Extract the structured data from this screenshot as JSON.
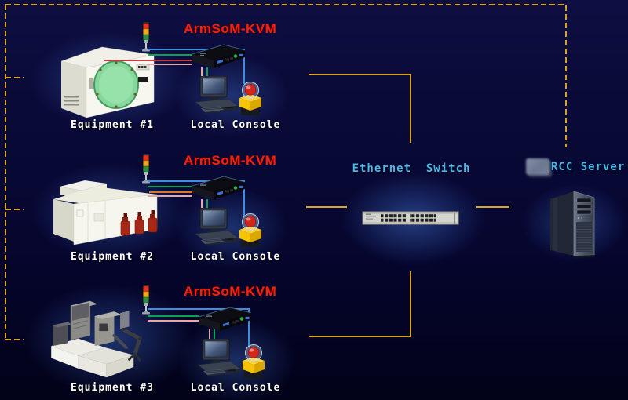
{
  "rows": [
    {
      "kvm_label": "ArmSoM-KVM",
      "equipment_label": "Equipment #1",
      "console_label": "Local Console"
    },
    {
      "kvm_label": "ArmSoM-KVM",
      "equipment_label": "Equipment #2",
      "console_label": "Local Console"
    },
    {
      "kvm_label": "ArmSoM-KVM",
      "equipment_label": "Equipment #3",
      "console_label": "Local Console"
    }
  ],
  "switch_node": {
    "label": "Ethernet  Switch"
  },
  "server_node": {
    "label": "RCC Server"
  },
  "colors": {
    "background_top": "#0e0e42",
    "background_bottom": "#020219",
    "cluster_glow": "#3a66be",
    "connector_yellow": "#d8a428",
    "label_white": "#ffffff",
    "label_cyan": "#46b9e9",
    "kvm_label_red": "#ff1f00",
    "cable_blue": "#3f8fe0",
    "cable_green": "#00a651",
    "cable_red": "#c83a46",
    "cable_orange": "#dd7722",
    "cable_salmon": "#e9a8a8"
  },
  "icons": {
    "signal_tower": "signal-tower-icon",
    "kvm_device": "kvm-device-icon",
    "desktop_console": "desktop-console-icon",
    "emergency_stop": "emergency-stop-button-icon",
    "ethernet_switch": "ethernet-switch-icon",
    "server_tower": "server-tower-icon",
    "censored_logo": "censored-logo"
  }
}
